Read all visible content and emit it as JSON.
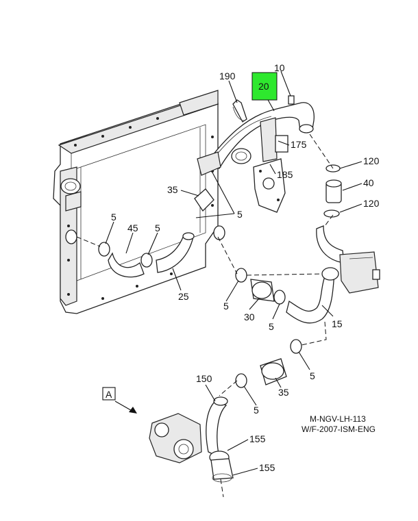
{
  "callouts": {
    "c10": "10",
    "c20": "20",
    "c190": "190",
    "c175": "175",
    "c185": "185",
    "c120a": "120",
    "c40": "40",
    "c120b": "120",
    "c35a": "35",
    "c5a": "5",
    "c5b": "5",
    "c45": "45",
    "c5c": "5",
    "c25": "25",
    "c5d": "5",
    "c30": "30",
    "c5e": "5",
    "c15": "15",
    "c5f": "5",
    "c35b": "35",
    "c5g": "5",
    "c150": "150",
    "c155a": "155",
    "c155b": "155"
  },
  "view_marker": "A",
  "note": {
    "line1": "M-NGV-LH-113",
    "line2": "W/F-2007-ISM-ENG"
  },
  "colors": {
    "highlight": "#2ee82e",
    "line": "#111111"
  }
}
